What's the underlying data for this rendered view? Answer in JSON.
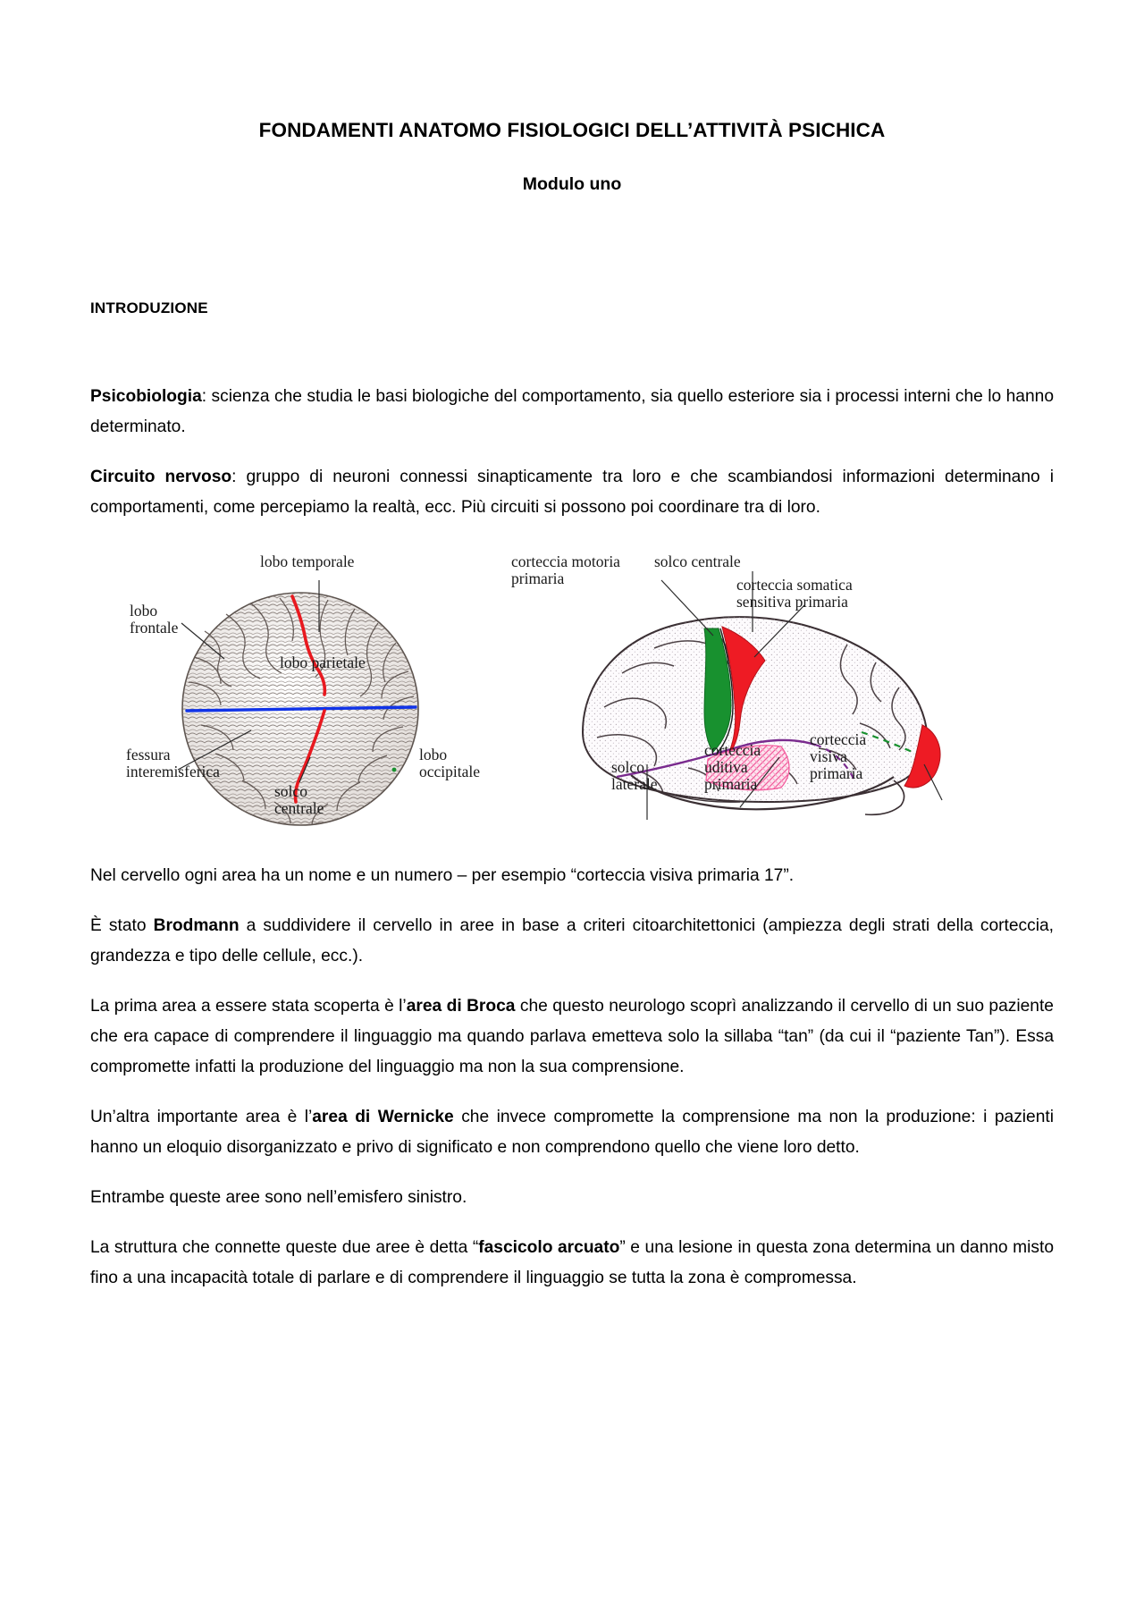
{
  "document": {
    "title": "FONDAMENTI ANATOMO FISIOLOGICI DELL’ATTIVITÀ PSICHICA",
    "subtitle": "Modulo uno",
    "section_heading": "INTRODUZIONE"
  },
  "paragraphs": {
    "psicobiologia_term": "Psicobiologia",
    "psicobiologia_text": ": scienza che studia le basi biologiche del comportamento, sia quello esteriore sia i processi interni che lo hanno determinato.",
    "circuito_term": "Circuito nervoso",
    "circuito_text": ": gruppo di neuroni connessi sinapticamente tra loro e che scambiandosi informazioni determinano i comportamenti, come percepiamo la realtà, ecc. Più circuiti si possono poi coordinare tra di loro.",
    "aree_nome_numero": "Nel cervello ogni area ha un nome e un numero – per esempio “corteccia visiva primaria 17”.",
    "brodmann_pre": "È stato ",
    "brodmann_term": "Brodmann",
    "brodmann_post": " a suddividere il cervello in aree in base a criteri citoarchitettonici (ampiezza degli strati della corteccia, grandezza e tipo delle cellule, ecc.).",
    "broca_pre": "La prima area a essere stata scoperta è l’",
    "broca_term": "area di Broca",
    "broca_post": " che questo neurologo scoprì analizzando il cervello di un suo paziente che era capace di comprendere il linguaggio ma quando parlava emetteva solo la sillaba “tan” (da cui il “paziente Tan”). Essa compromette infatti la produzione del linguaggio ma non la sua comprensione.",
    "wernicke_pre": "Un’altra importante area è l’",
    "wernicke_term": "area di Wernicke",
    "wernicke_post": " che invece compromette la comprensione ma non la produzione: i pazienti hanno un eloquio disorganizzato e privo di significato e non comprendono quello che viene loro detto.",
    "emisfero_sinistro": "Entrambe queste aree sono nell’emisfero sinistro.",
    "fascicolo_pre": "La struttura che connette queste due aree è detta “",
    "fascicolo_term": "fascicolo arcuato",
    "fascicolo_post": "” e una lesione in questa zona determina un danno misto fino a una incapacità totale di parlare e di comprendere il linguaggio se tutta la zona è compromessa."
  },
  "figure": {
    "left_brain": {
      "view": "vista superiore del cervello",
      "labels": {
        "lobo_temporale": "lobo temporale",
        "lobo_frontale": "lobo\nfrontale",
        "lobo_parietale": "lobo parietale",
        "fessura_interemisferica": "fessura\ninteremisferica",
        "solco_centrale": "solco\ncentrale",
        "lobo_occipitale": "lobo\noccipitale"
      },
      "colors": {
        "solco_centrale_line": "#e8191f",
        "fessura_interemisferica_line": "#1033e8",
        "brain_outline": "#58504c"
      }
    },
    "right_brain": {
      "view": "vista laterale del cervello",
      "labels": {
        "corteccia_motoria_primaria": "corteccia motoria\nprimaria",
        "solco_centrale": "solco centrale",
        "corteccia_somatica_sensitiva_primaria": "corteccia somatica\nsensitiva primaria",
        "solco_laterale": "solco\nlaterale",
        "corteccia_uditiva_primaria": "corteccia\nuditiva\nprimaria",
        "corteccia_visiva_primaria": "corteccia\nvisiva\nprimaria"
      },
      "colors": {
        "corteccia_motoria": "#18912f",
        "corteccia_somatica": "#ee1b24",
        "corteccia_uditiva": "#f3a0c2",
        "corteccia_visiva": "#ee1b24",
        "solco_laterale_line": "#7a2b8e",
        "tratteggio_verde": "#18912f",
        "brain_outline": "#3a2f33"
      }
    }
  }
}
